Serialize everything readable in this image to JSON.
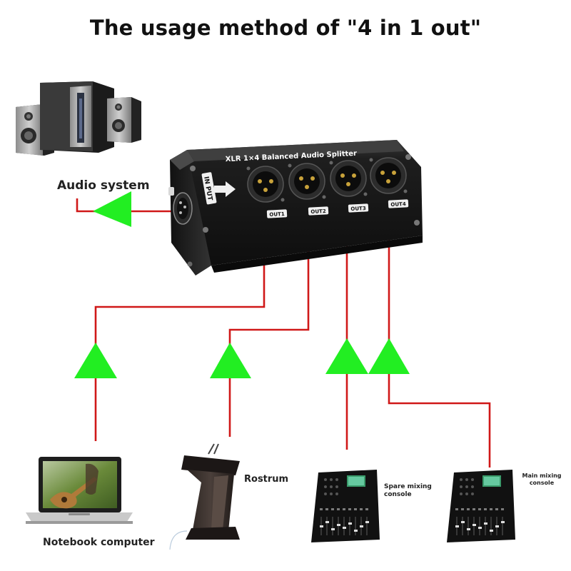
{
  "title": "The usage method of \"4 in 1 out\"",
  "device": {
    "name": "XLR 1×4 Balanced Audio Splitter",
    "input_label": "IN PUT",
    "outputs": [
      "OUT1",
      "OUT2",
      "OUT3",
      "OUT4"
    ]
  },
  "labels": {
    "audio_system": "Audio system",
    "notebook": "Notebook computer",
    "rostrum": "Rostrum",
    "spare_console": "Spare mixing console",
    "main_console": "Main mixing console"
  },
  "colors": {
    "cable": "#d01818",
    "arrow": "#22ee22",
    "device_body": "#1c1c1c"
  },
  "icons": [
    "speaker-system-icon",
    "laptop-icon",
    "rostrum-icon",
    "mixing-console-icon",
    "xlr-connector-icon",
    "arrow-right-icon"
  ]
}
